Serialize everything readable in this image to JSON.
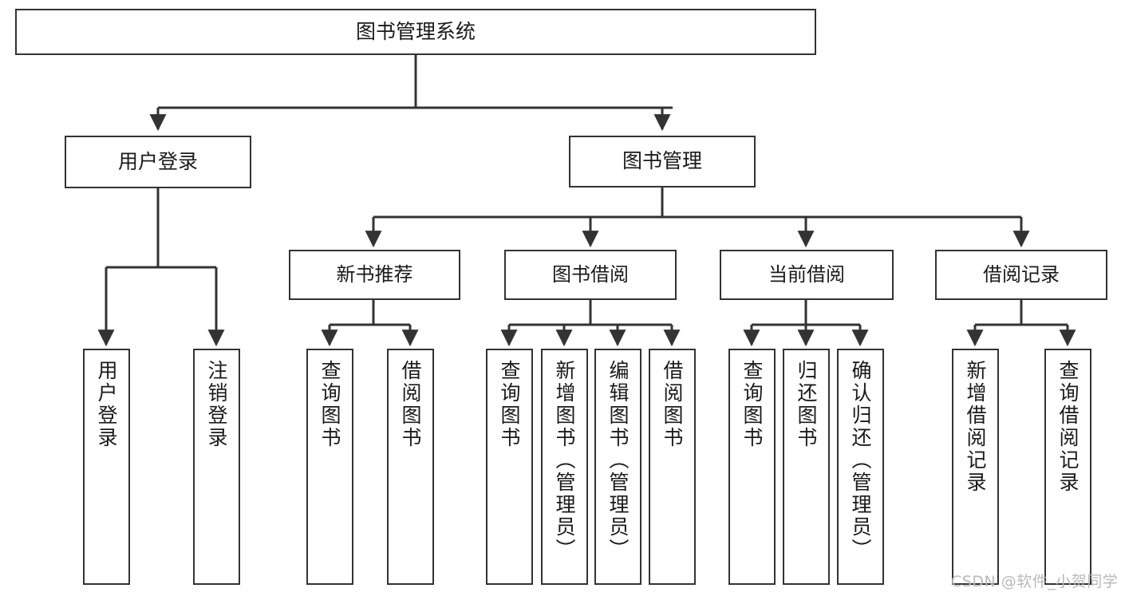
{
  "diagram": {
    "type": "tree",
    "title": "图书管理系统",
    "watermark": "CSDN @软件_小贺同学",
    "colors": {
      "box_border": "#333333",
      "box_fill": "#ffffff",
      "connector": "#333333",
      "text": "#1a1a1a",
      "watermark": "#b9b9b9",
      "background": "#ffffff"
    },
    "levels": {
      "root": "图书管理系统",
      "level2": [
        "用户登录",
        "图书管理"
      ],
      "level3": [
        "新书推荐",
        "图书借阅",
        "当前借阅",
        "借阅记录"
      ]
    },
    "nodes": {
      "root": {
        "label": "图书管理系统"
      },
      "user_login": {
        "label": "用户登录"
      },
      "book_manage": {
        "label": "图书管理"
      },
      "new_book_rec": {
        "label": "新书推荐"
      },
      "book_borrow": {
        "label": "图书借阅"
      },
      "current_borrow": {
        "label": "当前借阅"
      },
      "borrow_record": {
        "label": "借阅记录"
      },
      "leaf_user_login": {
        "label": "用户登录"
      },
      "leaf_logout": {
        "label": "注销登录"
      },
      "leaf_query_book_1": {
        "label": "查询图书"
      },
      "leaf_borrow_book_1": {
        "label": "借阅图书"
      },
      "leaf_query_book_2": {
        "label": "查询图书"
      },
      "leaf_add_book": {
        "label": "新增图书（管理员）"
      },
      "leaf_edit_book": {
        "label": "编辑图书（管理员）"
      },
      "leaf_borrow_book_2": {
        "label": "借阅图书"
      },
      "leaf_query_book_3": {
        "label": "查询图书"
      },
      "leaf_return_book": {
        "label": "归还图书"
      },
      "leaf_confirm_return": {
        "label": "确认归还（管理员）"
      },
      "leaf_add_record": {
        "label": "新增借阅记录"
      },
      "leaf_query_record": {
        "label": "查询借阅记录"
      }
    }
  }
}
